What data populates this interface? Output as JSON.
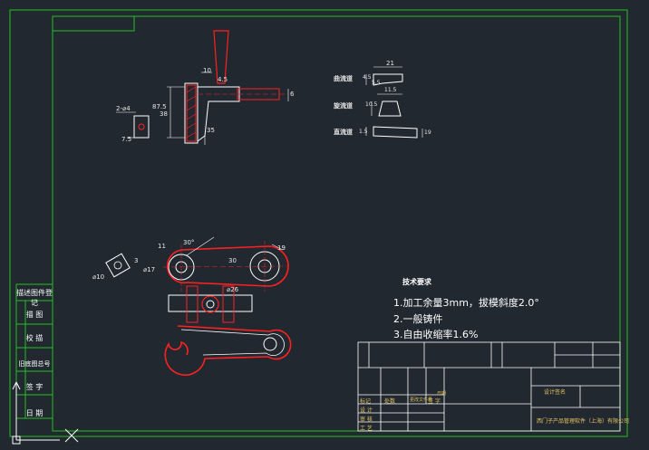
{
  "colors": {
    "background": "#212830",
    "frame": "#22c022",
    "part_outline": "#ff2020",
    "linework": "#ffffff",
    "title_text": "#e6c460",
    "title_blue": "#5a6aff"
  },
  "side_table": {
    "rows": [
      "描述图件登记",
      "描 图",
      "校 描",
      "旧底图总号",
      "签 字",
      "日 期"
    ]
  },
  "views": {
    "front_view": {
      "dims": [
        "10",
        "4.5",
        "87.5",
        "38",
        "6",
        "2-⌀4",
        "7.5",
        "35"
      ]
    },
    "sections": {
      "labels": [
        "曲流道",
        "旋流道",
        "直流道"
      ],
      "dims": [
        "21",
        "4.5",
        "10.5",
        "11.5",
        "5.5",
        "19",
        "1.5"
      ]
    },
    "assembly": {
      "dims": [
        "⌀10",
        "3",
        "11",
        "30°",
        "⌀17",
        "30",
        "⌀26",
        "19"
      ]
    }
  },
  "tech_requirements": {
    "title": "技术要求",
    "items": [
      "1.加工余量3mm，拔模斜度2.0°",
      "2.一般铸件",
      "3.自由收缩率1.6%"
    ]
  },
  "title_block": {
    "company": "西门子产品管理软件（上海）有限公司",
    "design": "设计签名",
    "labels": [
      "标记",
      "处数",
      "更改文件号",
      "签 字",
      "日期",
      "设 计",
      "审 核",
      "工 艺"
    ]
  },
  "icons": [
    "ucs-axis-icon",
    "crosshair-cursor-icon"
  ]
}
